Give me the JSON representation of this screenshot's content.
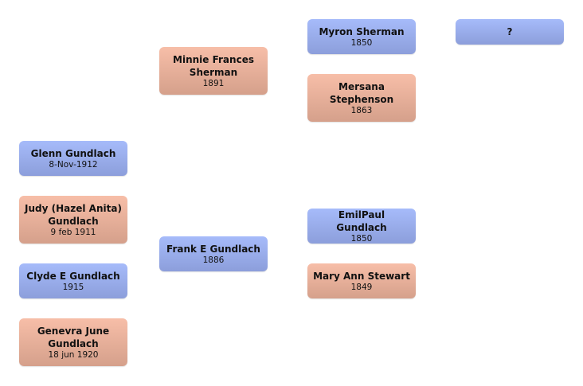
{
  "colors": {
    "male": "#a6bbfa",
    "female": "#f7bea8"
  },
  "people": {
    "myron": {
      "name": "Myron Sherman",
      "date": "1850"
    },
    "unknown": {
      "name": "?"
    },
    "mersana": {
      "name": "Mersana Stephenson",
      "date": "1863"
    },
    "minnie": {
      "name": "Minnie Frances Sherman",
      "date": "1891"
    },
    "glenn": {
      "name": "Glenn Gundlach",
      "date": "8-Nov-1912"
    },
    "judy": {
      "name": "Judy (Hazel Anita) Gundlach",
      "date": "9 feb 1911"
    },
    "frank": {
      "name": "Frank E Gundlach",
      "date": "1886"
    },
    "clyde": {
      "name": "Clyde E Gundlach",
      "date": "1915"
    },
    "genevra": {
      "name": "Genevra June Gundlach",
      "date": "18 jun 1920"
    },
    "emil": {
      "name": "EmilPaul Gundlach",
      "date": "1850"
    },
    "mary": {
      "name": "Mary Ann Stewart",
      "date": "1849"
    }
  }
}
